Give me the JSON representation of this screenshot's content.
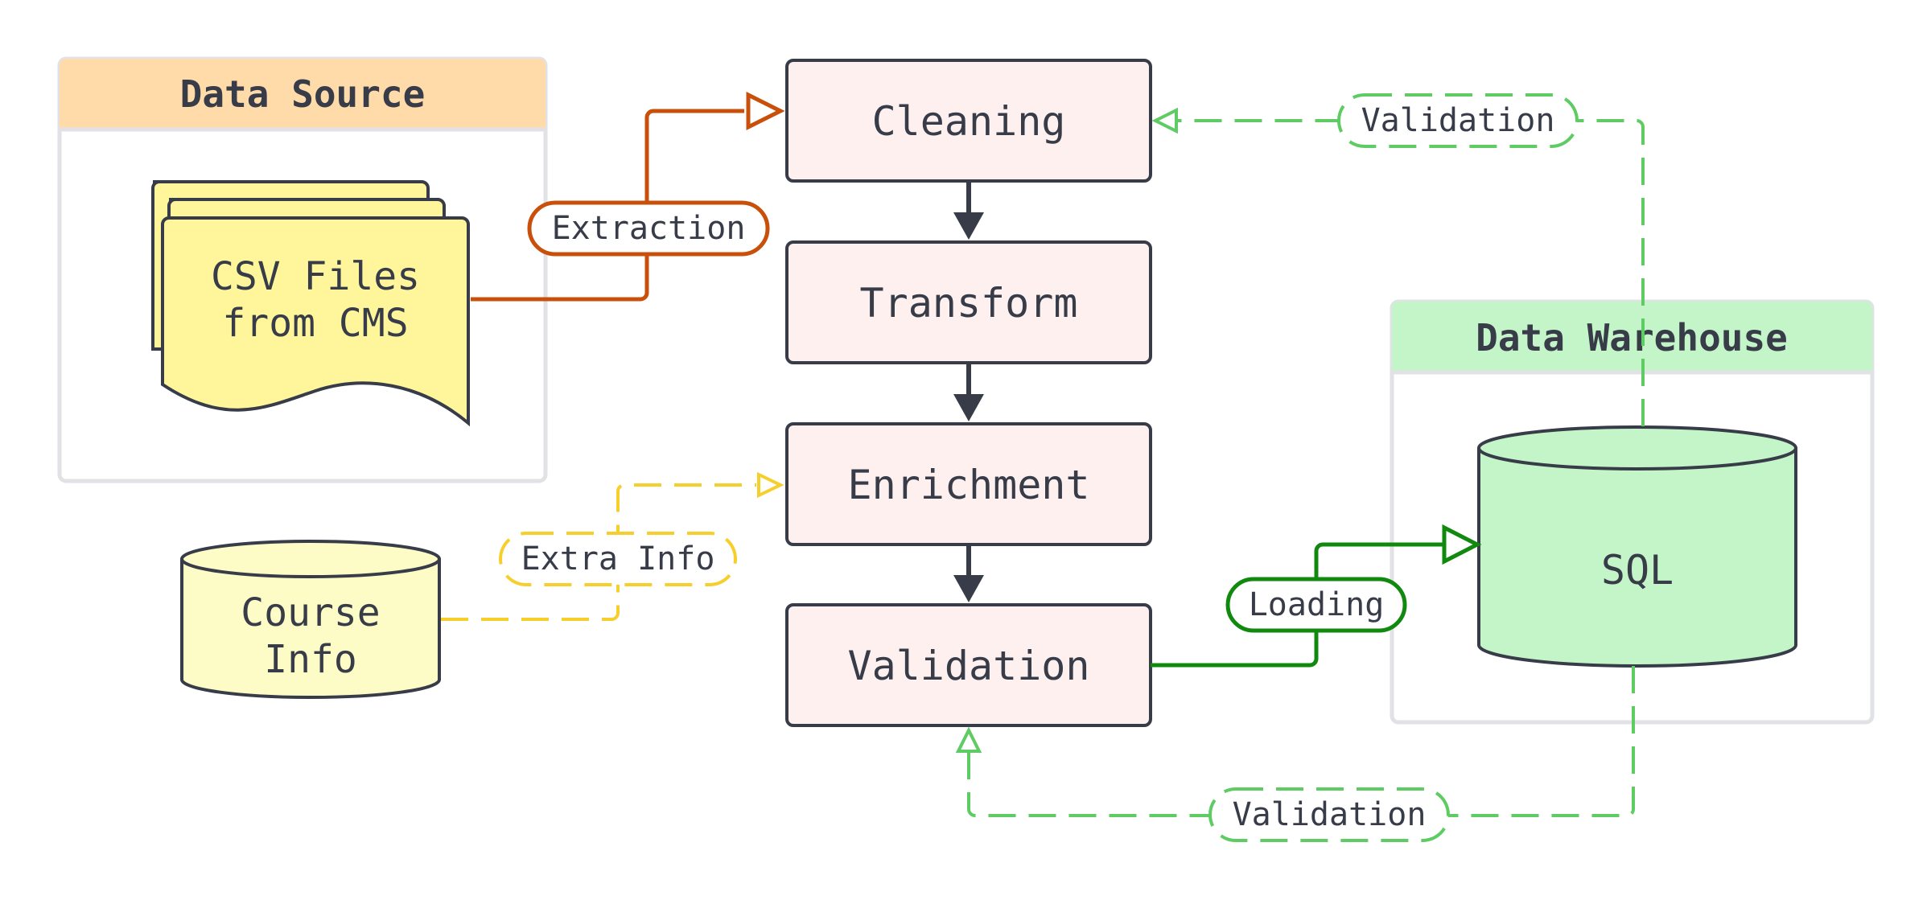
{
  "groups": {
    "data_source": {
      "title": "Data Source",
      "fill": "#fedba8"
    },
    "data_warehouse": {
      "title": "Data Warehouse",
      "fill": "#c4f5c9"
    }
  },
  "nodes": {
    "csv": {
      "line1": "CSV Files",
      "line2": "from CMS"
    },
    "course": {
      "line1": "Course",
      "line2": "Info"
    },
    "cleaning": "Cleaning",
    "transform": "Transform",
    "enrichment": "Enrichment",
    "validation": "Validation",
    "sql": "SQL"
  },
  "edges": {
    "extraction": "Extraction",
    "extra_info": "Extra Info",
    "loading": "Loading",
    "validation_top": "Validation",
    "validation_bottom": "Validation"
  },
  "colors": {
    "extraction": "#c8500a",
    "extra_info": "#f7cf2c",
    "loading": "#10890e",
    "validation": "#5ecb63",
    "process_fill": "#fdf0ef",
    "stroke": "#373c48"
  },
  "icons": [
    "document-stack-icon",
    "database-cylinder-icon"
  ]
}
